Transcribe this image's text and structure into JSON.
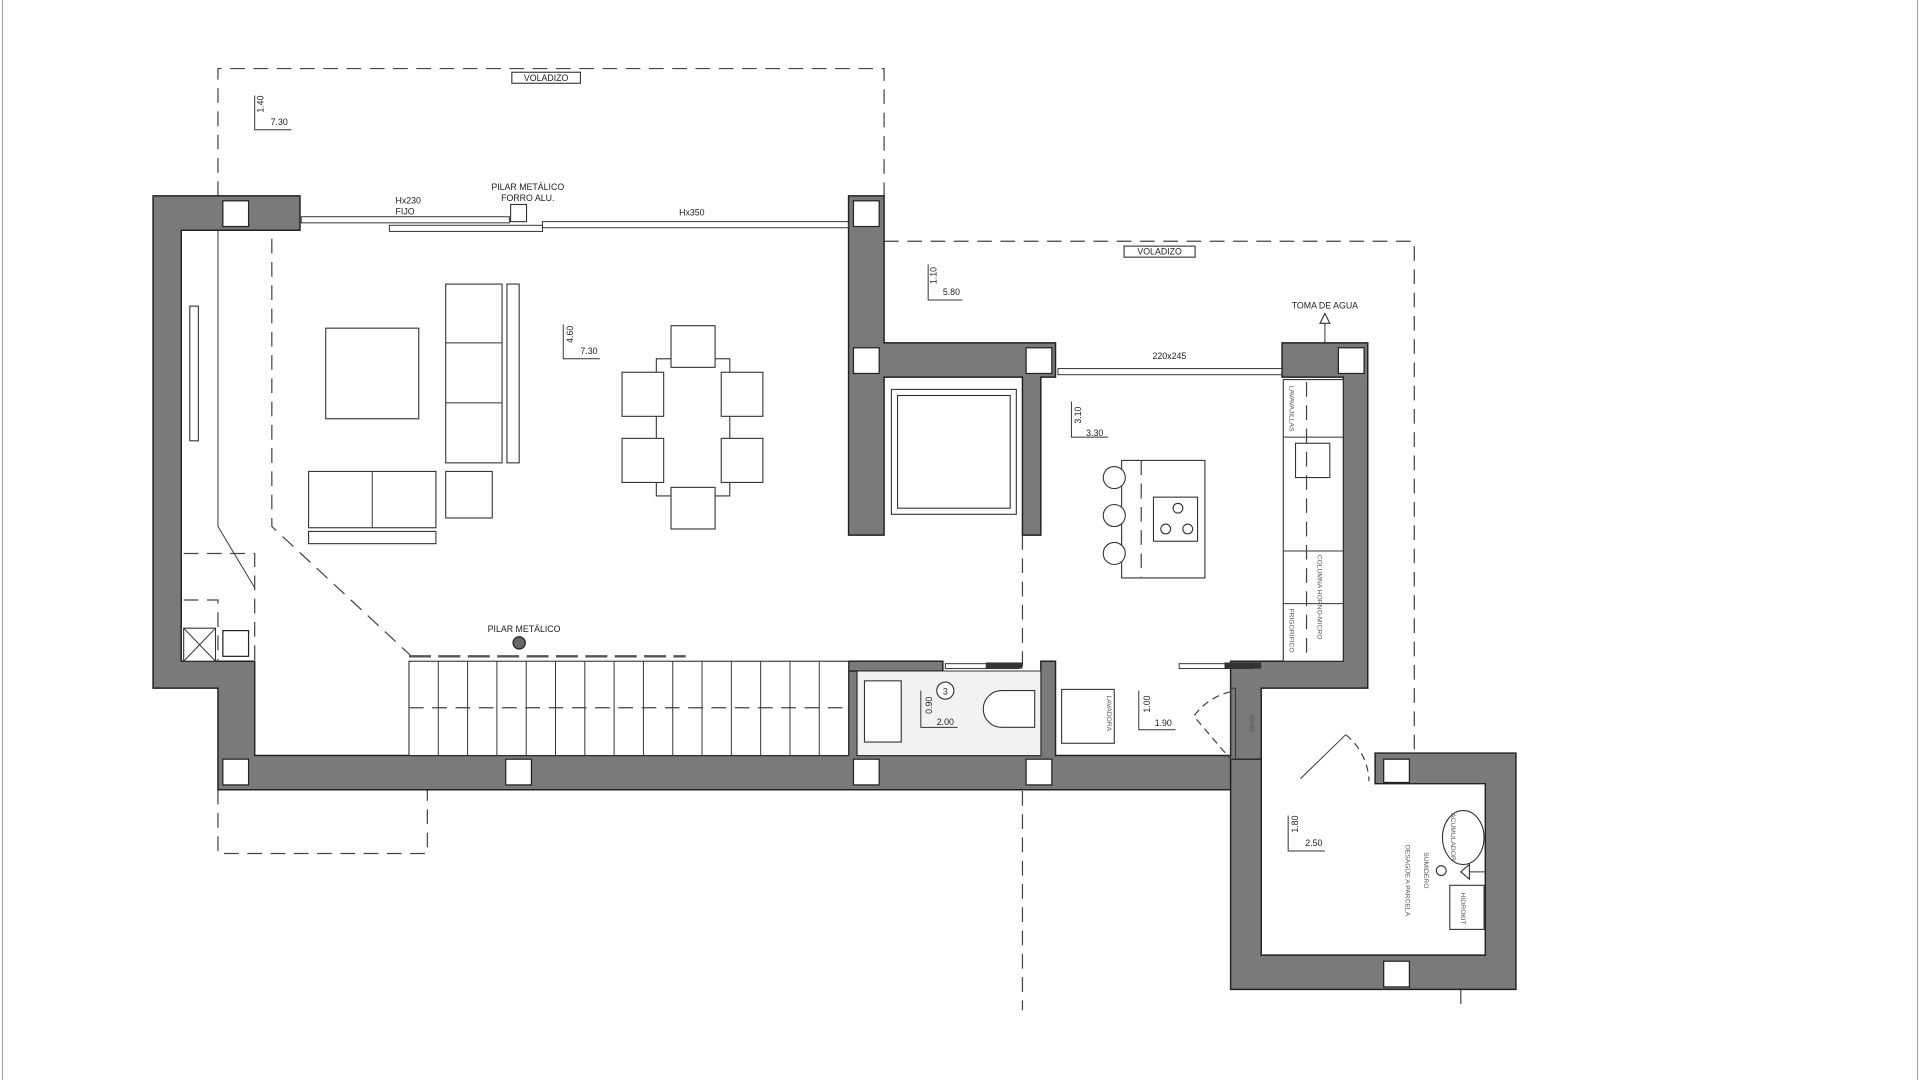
{
  "plan": {
    "terrace_north": {
      "label": "VOLADIZO",
      "dim_depth": "1.40",
      "dim_width": "7.30"
    },
    "terrace_east": {
      "label": "VOLADIZO",
      "dim_depth": "1.10",
      "dim_width": "5.80"
    },
    "window_fixed": {
      "height": "Hx230",
      "type": "FIJO"
    },
    "pillar_clad": {
      "line1": "PILAR METÁLICO",
      "line2": "FORRO ALU."
    },
    "window_sliding": {
      "height": "Hx350"
    },
    "living": {
      "dim_depth": "4.60",
      "dim_width": "7.30"
    },
    "pillar_metal": "PILAR METÁLICO",
    "water_intake": "TOMA DE AGUA",
    "kitchen_window": "220x245",
    "kitchen": {
      "dim_depth": "3.10",
      "dim_width": "3.30",
      "cabinets": [
        "LAVAVAJILLAS",
        "COLUMNA HORNO-MICRO",
        "FRIGORÍFICO"
      ]
    },
    "bathroom": {
      "number": "3",
      "dim_depth": "0.90",
      "dim_width": "2.00"
    },
    "laundry": {
      "appliance": "LAVADORA",
      "dim_depth": "1.00",
      "dim_width": "1.90"
    },
    "door_size": "90x80",
    "storage": {
      "dim_depth": "1.80",
      "dim_width": "2.50",
      "tank": "ACUMULADOR",
      "drain_line1": "SUMIDERO",
      "drain_line2": "DESAGÜE A PARCELA",
      "equipment": "HIDROKIT"
    }
  },
  "colors": {
    "wall": "#7a7a7a",
    "line": "#222222",
    "background": "#ffffff"
  }
}
